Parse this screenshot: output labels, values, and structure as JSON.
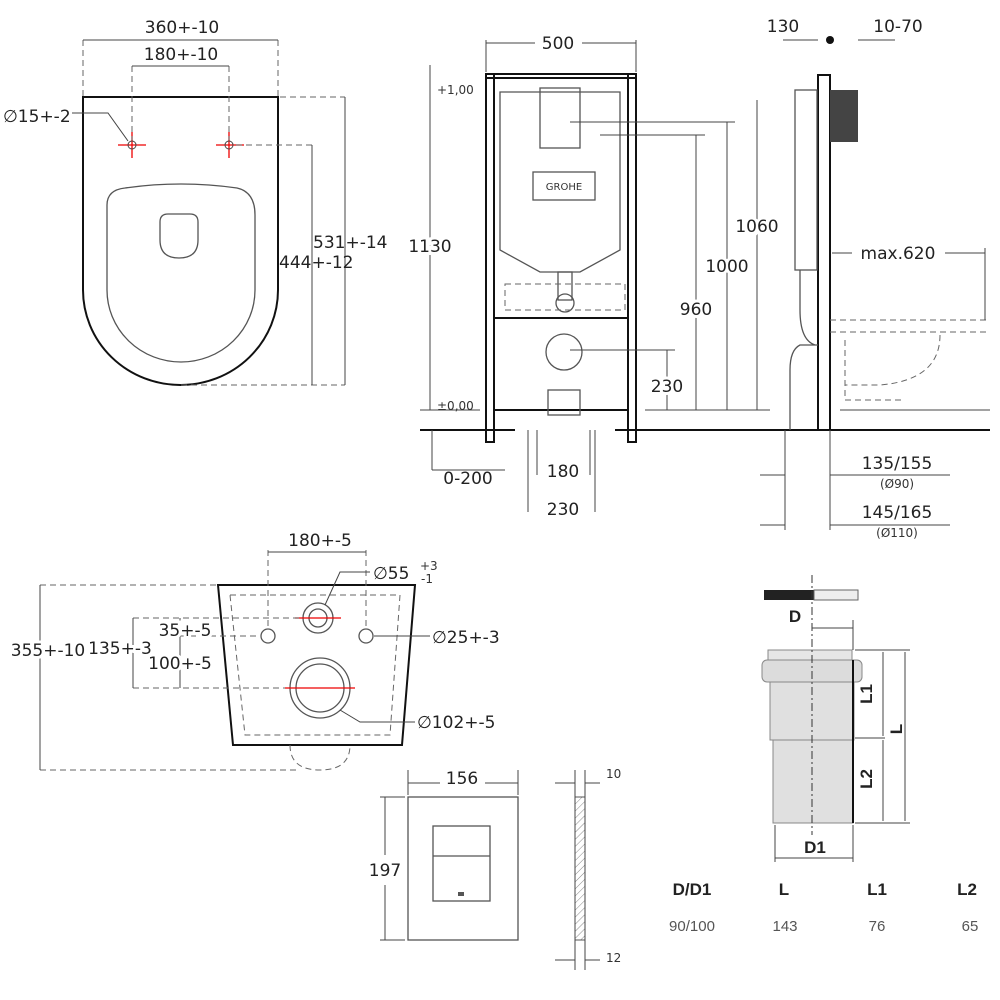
{
  "toilet_top_view": {
    "width_label": "360+-10",
    "hole_spacing_label": "180+-10",
    "hole_diameter_label": "∅15+-2",
    "length_label": "531+-14",
    "hole_to_front_label": "444+-12"
  },
  "frame_front_view": {
    "width_label": "500",
    "height_label": "1130",
    "level_top_label": "+1,00",
    "level_zero_label": "±0,00",
    "dim_1060": "1060",
    "dim_1000": "1000",
    "dim_960": "960",
    "dim_230_height": "230",
    "foot_adjust_label": "0-200",
    "dim_180": "180",
    "dim_230_width": "230",
    "brand": "GROHE"
  },
  "frame_side_view": {
    "depth_label": "130",
    "wall_label": "10-70",
    "max_projection_label": "max.620",
    "dim_135_155": "135/155",
    "dim_d90": "(Ø90)",
    "dim_145_165": "145/165",
    "dim_d110": "(Ø110)"
  },
  "toilet_bottom_view": {
    "spacing_label": "180+-5",
    "outlet_label": "∅55",
    "outlet_tol_plus": "+3",
    "outlet_tol_minus": "-1",
    "dim_35": "35+-5",
    "dim_135": "135+-3",
    "bolt_label": "∅25+-3",
    "dim_100": "100+-5",
    "drain_label": "∅102+-5",
    "height_label": "355+-10"
  },
  "flush_plate": {
    "width_label": "156",
    "height_label": "197",
    "thickness_top_label": "10",
    "thickness_bottom_label": "12"
  },
  "pipe_connector": {
    "label_D": "D",
    "label_D1": "D1",
    "label_L": "L",
    "label_L1": "L1",
    "label_L2": "L2",
    "table": {
      "headers": [
        "D/D1",
        "L",
        "L1",
        "L2"
      ],
      "values": [
        "90/100",
        "143",
        "76",
        "65"
      ]
    }
  }
}
